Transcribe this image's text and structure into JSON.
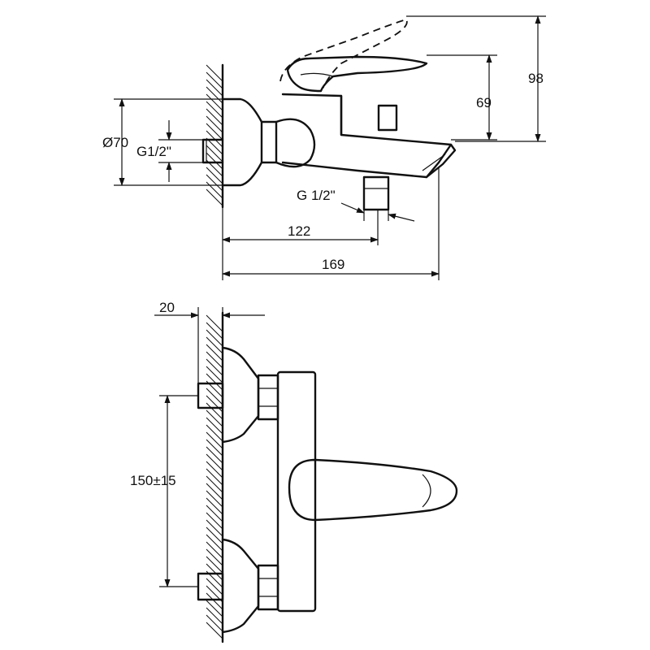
{
  "side_view": {
    "dim_diameter": "Ø70",
    "dim_inlet_thread": "G1/2\"",
    "dim_outlet_thread": "G 1/2\"",
    "dim_lever_height": "69",
    "dim_total_height": "98",
    "dim_outlet_distance": "122",
    "dim_total_depth": "169"
  },
  "front_view": {
    "dim_wall_offset": "20",
    "dim_inlet_spacing": "150±15"
  }
}
